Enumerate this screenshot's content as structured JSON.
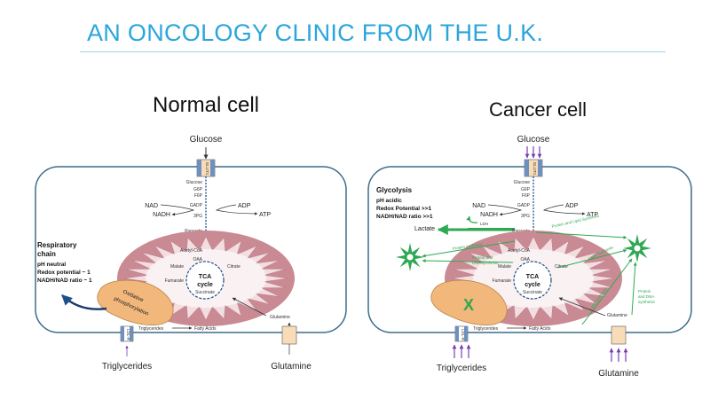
{
  "title": "AN ONCOLOGY CLINIC FROM THE U.K.",
  "normal": {
    "heading": "Normal cell",
    "glucose": "Glucose",
    "glut": "GLUT1",
    "glucose_inner": "Glucose",
    "g6p": "G6P",
    "f6p": "F6P",
    "gadp": "GADP",
    "pg3": "3PG",
    "nad": "NAD",
    "nadh": "NADH",
    "adp": "ADP",
    "atp": "ATP",
    "pyruvate": "Pyruvate",
    "acetyl": "Acetyl-CoA",
    "oaa": "OAA",
    "citrate": "Citrate",
    "malate": "Malate",
    "fumarate": "Fumarate",
    "succinate": "Succinate",
    "tca1": "TCA",
    "tca2": "cycle",
    "resp1": "Respiratory",
    "resp2": "chain",
    "ph": "pH neutral",
    "redox": "Redox potential ~ 1",
    "ratio": "NADH/NAD ratio ~ 1",
    "oxphos1": "Oxidative",
    "oxphos2": "phosphorylation",
    "glutamine_inner": "Glutamine",
    "ldlr": "LDL-R",
    "triglycerides_inner": "Triglycerides",
    "fatty_acids": "Fatty Acids",
    "triglycerides": "Triglycerides",
    "glutamine": "Glutamine"
  },
  "cancer": {
    "heading": "Cancer cell",
    "glucose": "Glucose",
    "glut": "GLUT1",
    "glucose_inner": "Glucose",
    "g6p": "G6P",
    "f6p": "F6P",
    "gadp": "GADP",
    "pg3": "3PG",
    "nad": "NAD",
    "nadh": "NADH",
    "adp": "ADP",
    "atp": "ATP",
    "ldh": "LDH",
    "lactate": "Lactate",
    "pyruvate": "Pyruvate",
    "acetyl": "Acetyl-CoA",
    "oaa": "OAA",
    "citrate": "Citrate",
    "malate": "Malate",
    "fumarate": "Fumarate",
    "succinate": "Succinate",
    "tca1": "TCA",
    "tca2": "cycle",
    "glycolysis": "Glycolysis",
    "ph": "pH acidic",
    "redox": "Redox Potential >>1",
    "ratio": "NADH/NAD ratio >>1",
    "protein_synthesis": "Protein synthesis",
    "protein_dna": "Protein and",
    "dna_synthesis": "DNA synthesis",
    "protein_lipid": "Protein and Lipid Synthesis",
    "lipid_synthesis": "Lipid Synthesis",
    "lipid_synthesis_2": "Lipid Synthesis",
    "protein_dna_r1": "Protein",
    "protein_dna_r2": "and DNA",
    "protein_dna_r3": "synthesis",
    "block_mark": "X",
    "glutamine_inner": "Glutamine",
    "ldlr": "LDL-R",
    "triglycerides_inner": "Triglycerides",
    "fatty_acids": "Fatty Acids",
    "triglycerides": "Triglycerides",
    "glutamine": "Glutamine"
  },
  "colors": {
    "title": "#2aa6dc",
    "membrane": "#3b6c8c",
    "mito_outer": "#c98a94",
    "mito_inner": "#f3dde0",
    "oxphos": "#f2b77a",
    "synthesis": "#2ea853",
    "arrow_purple": "#7a3db0",
    "pathway_blue": "#1d4f8a"
  }
}
